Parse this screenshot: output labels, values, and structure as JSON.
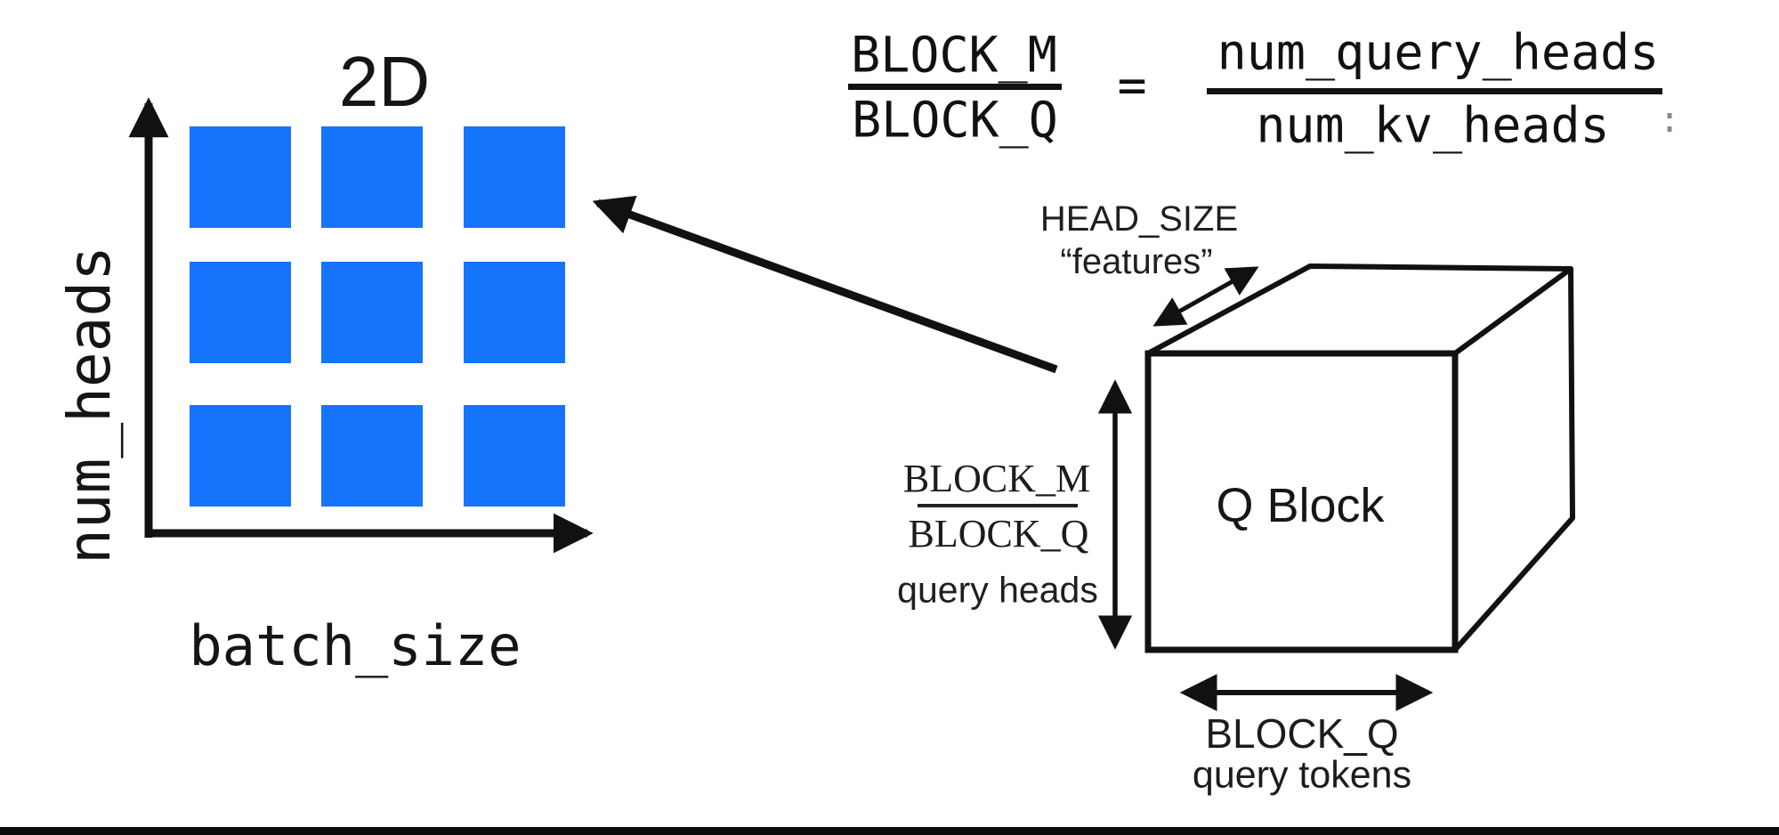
{
  "colors": {
    "accent_blue": "#1673fc",
    "ink": "#111111"
  },
  "left_diagram": {
    "title": "2D",
    "y_axis_label": "num_heads",
    "x_axis_label": "batch_size",
    "grid_rows": 3,
    "grid_cols": 3
  },
  "formula": {
    "lhs_numerator": "BLOCK_M",
    "lhs_denominator": "BLOCK_Q",
    "equals_sign": "=",
    "rhs_numerator": "num_query_heads",
    "rhs_denominator": "num_kv_heads",
    "stray_mark": ":"
  },
  "q_block": {
    "face_label": "Q Block",
    "depth_dim_name": "HEAD_SIZE",
    "depth_dim_alias": "“features”",
    "height_dim_numerator": "BLOCK_M",
    "height_dim_denominator": "BLOCK_Q",
    "height_dim_caption": "query heads",
    "width_dim_name": "BLOCK_Q",
    "width_dim_caption": "query tokens"
  }
}
